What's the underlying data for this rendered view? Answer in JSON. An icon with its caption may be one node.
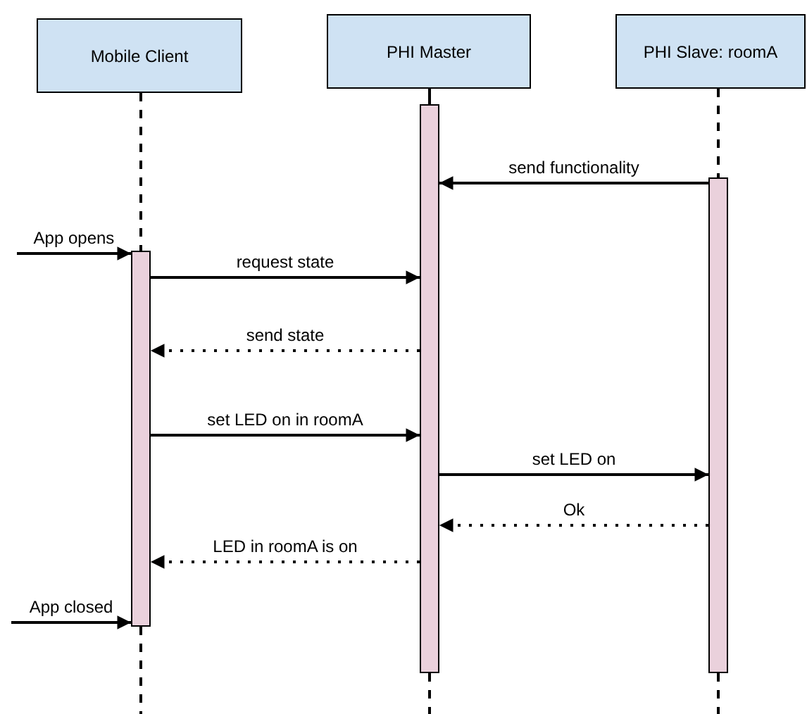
{
  "diagram": {
    "nodes": [
      {
        "text": [
          "Mobile Client"
        ]
      },
      {
        "text": [
          "PHI Master"
        ]
      },
      {
        "text": [
          "PHI Slave: roomA"
        ]
      },
      {
        "text": [],
        "shape": "bar"
      },
      {
        "text": [],
        "shape": "bar"
      },
      {
        "text": [],
        "shape": "bar"
      }
    ],
    "edges": [
      {
        "from": 0,
        "to": 3,
        "arrow": "none",
        "style": "dashed"
      },
      {
        "from": 1,
        "to": 4,
        "arrow": "none"
      },
      {
        "from": 2,
        "to": 5,
        "arrow": "none",
        "style": "dashed"
      },
      {
        "from": 3,
        "to": null,
        "arrow": "none",
        "style": "dashed"
      },
      {
        "from": 4,
        "to": null,
        "arrow": "none",
        "style": "dashed"
      },
      {
        "from": 5,
        "to": null,
        "arrow": "none",
        "style": "dashed"
      },
      {
        "from": 5,
        "to": 4,
        "arrow": "to",
        "label": "send functionality"
      },
      {
        "from": null,
        "to": 3,
        "arrow": "to",
        "label": "App opens"
      },
      {
        "from": 3,
        "to": 4,
        "arrow": "to",
        "label": "request state"
      },
      {
        "from": 4,
        "to": 3,
        "arrow": "to",
        "label": "send state",
        "style": "dashed"
      },
      {
        "from": 3,
        "to": 4,
        "arrow": "to",
        "label": "set LED on in roomA"
      },
      {
        "from": 4,
        "to": 5,
        "arrow": "to",
        "label": "set LED on"
      },
      {
        "from": 5,
        "to": 4,
        "arrow": "to",
        "label": "Ok",
        "style": "dashed"
      },
      {
        "from": 4,
        "to": 3,
        "arrow": "to",
        "label": "LED in roomA is on",
        "style": "dashed"
      },
      {
        "from": null,
        "to": 3,
        "arrow": "to",
        "label": "App closed"
      }
    ]
  }
}
